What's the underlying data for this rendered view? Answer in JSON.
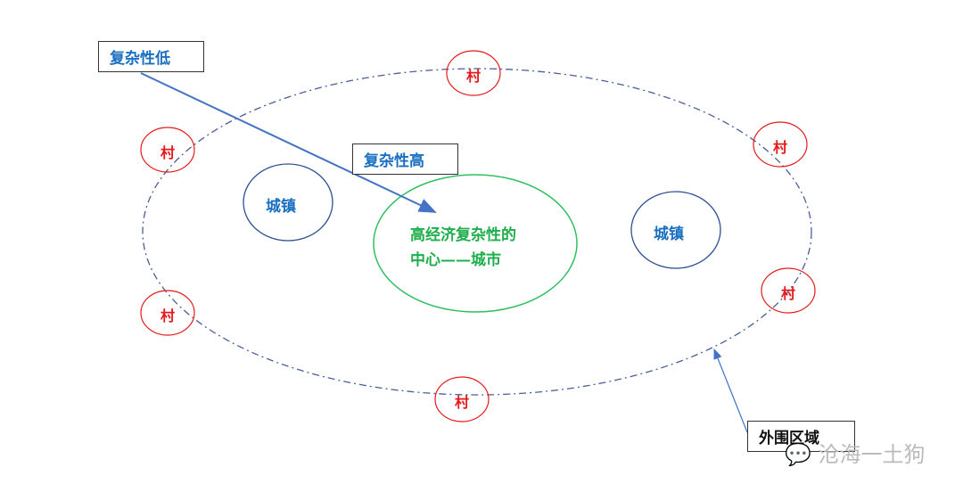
{
  "labels": {
    "low_complexity": "复杂性低",
    "high_complexity": "复杂性高",
    "outer_region": "外围区域",
    "city_line1": "高经济复杂性的",
    "city_line2": "中心——城市",
    "town": "城镇",
    "village": "村"
  },
  "watermark": "沧海一土狗",
  "colors": {
    "village": "#e5191b",
    "town": "#2f4f8f",
    "city": "#2fbf5f",
    "label_blue": "#1a6fc0",
    "arrow": "#4472c4"
  }
}
